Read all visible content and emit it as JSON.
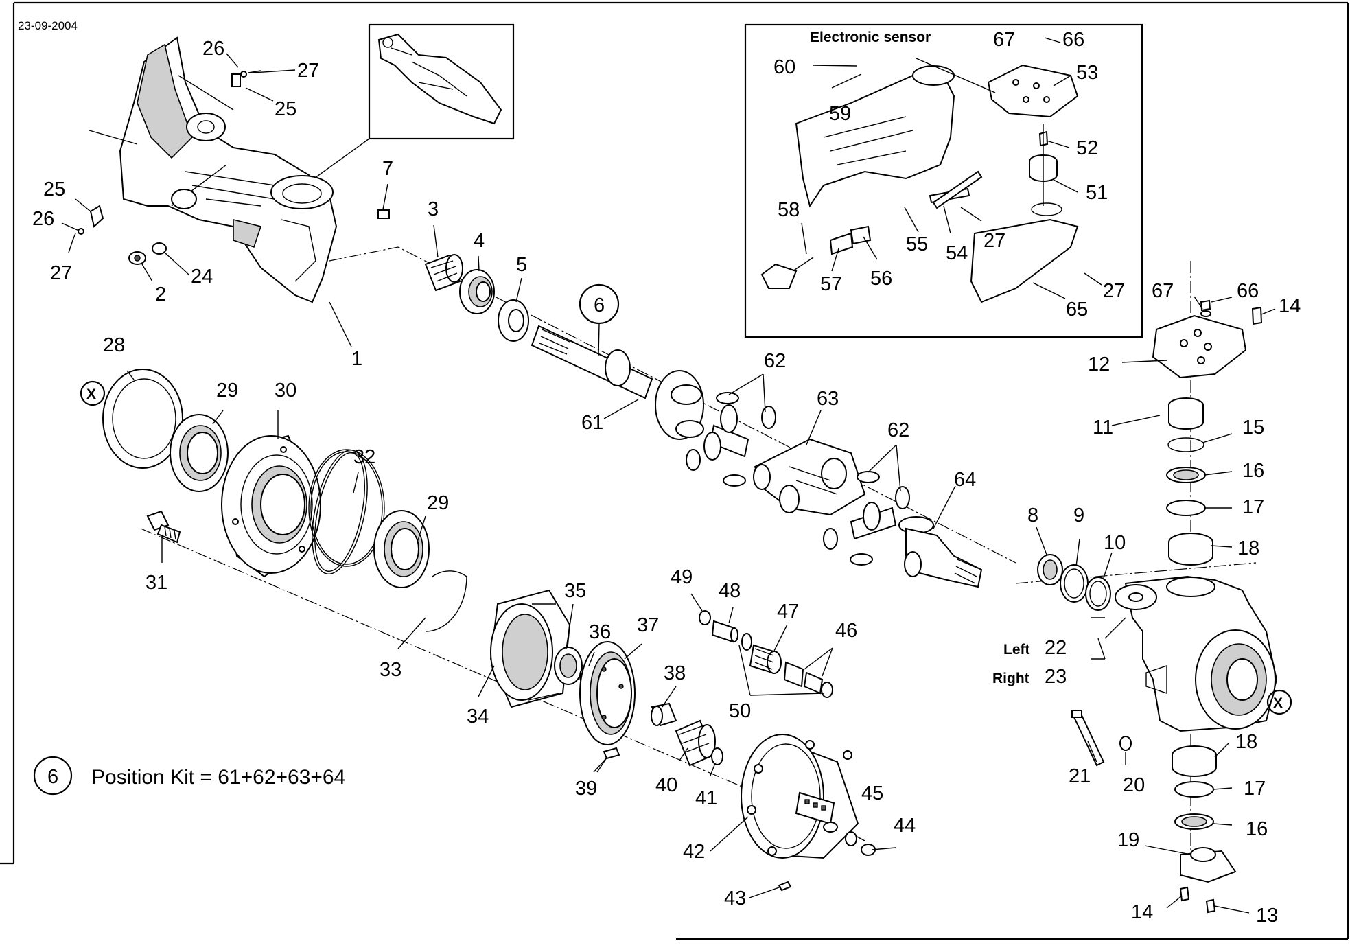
{
  "header": {
    "date": "23-09-2004"
  },
  "inset": {
    "title": "Electronic sensor"
  },
  "callouts": {
    "n1": "1",
    "n2": "2",
    "n3": "3",
    "n4": "4",
    "n5": "5",
    "n6": "6",
    "n7": "7",
    "n8": "8",
    "n9": "9",
    "n10": "10",
    "n11": "11",
    "n12": "12",
    "n13": "13",
    "n14": "14",
    "n15": "15",
    "n16": "16",
    "n17": "17",
    "n18": "18",
    "n19": "19",
    "n20": "20",
    "n21": "21",
    "n22": "22",
    "n23": "23",
    "n24": "24",
    "n25": "25",
    "n26": "26",
    "n27": "27",
    "n28": "28",
    "n29": "29",
    "n30": "30",
    "n31": "31",
    "n32": "32",
    "n33": "33",
    "n34": "34",
    "n35": "35",
    "n36": "36",
    "n37": "37",
    "n38": "38",
    "n39": "39",
    "n40": "40",
    "n41": "41",
    "n42": "42",
    "n43": "43",
    "n44": "44",
    "n45": "45",
    "n46": "46",
    "n47": "47",
    "n48": "48",
    "n49": "49",
    "n50": "50",
    "n51": "51",
    "n52": "52",
    "n53": "53",
    "n54": "54",
    "n55": "55",
    "n56": "56",
    "n57": "57",
    "n58": "58",
    "n59": "59",
    "n60": "60",
    "n61": "61",
    "n62": "62",
    "n63": "63",
    "n64": "64",
    "n65": "65",
    "n66": "66",
    "n67": "67"
  },
  "side_labels": {
    "left": "Left",
    "right": "Right"
  },
  "markers": {
    "x_symbol": "X"
  },
  "kit_note": {
    "number": "6",
    "text": "Position Kit = 61+62+63+64"
  }
}
